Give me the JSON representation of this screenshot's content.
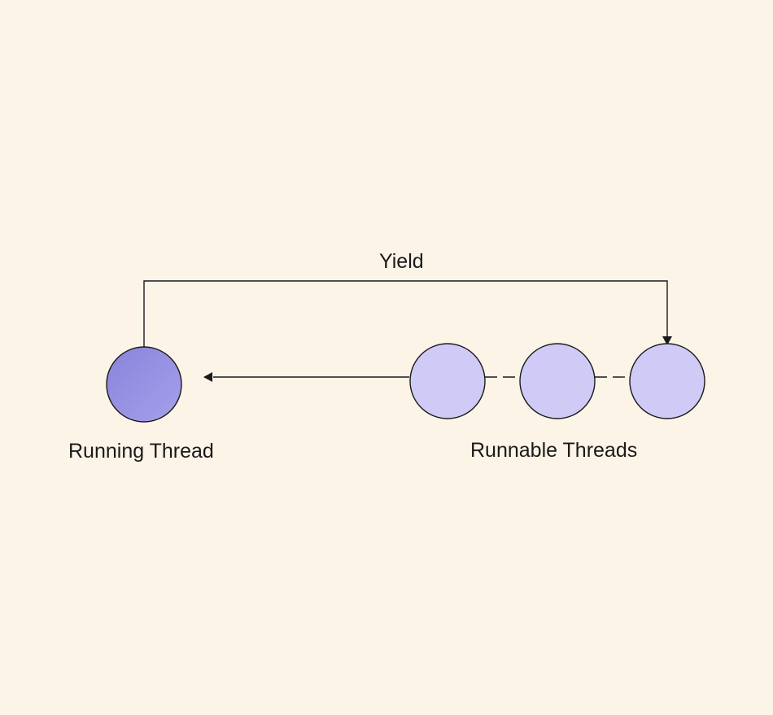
{
  "labels": {
    "yield": "Yield",
    "running": "Running Thread",
    "runnable": "Runnable Threads"
  },
  "colors": {
    "background": "#fdf4e8",
    "running_fill": "#9b96e6",
    "runnable_fill": "#cfcbf6",
    "stroke": "#1a1a1a"
  }
}
